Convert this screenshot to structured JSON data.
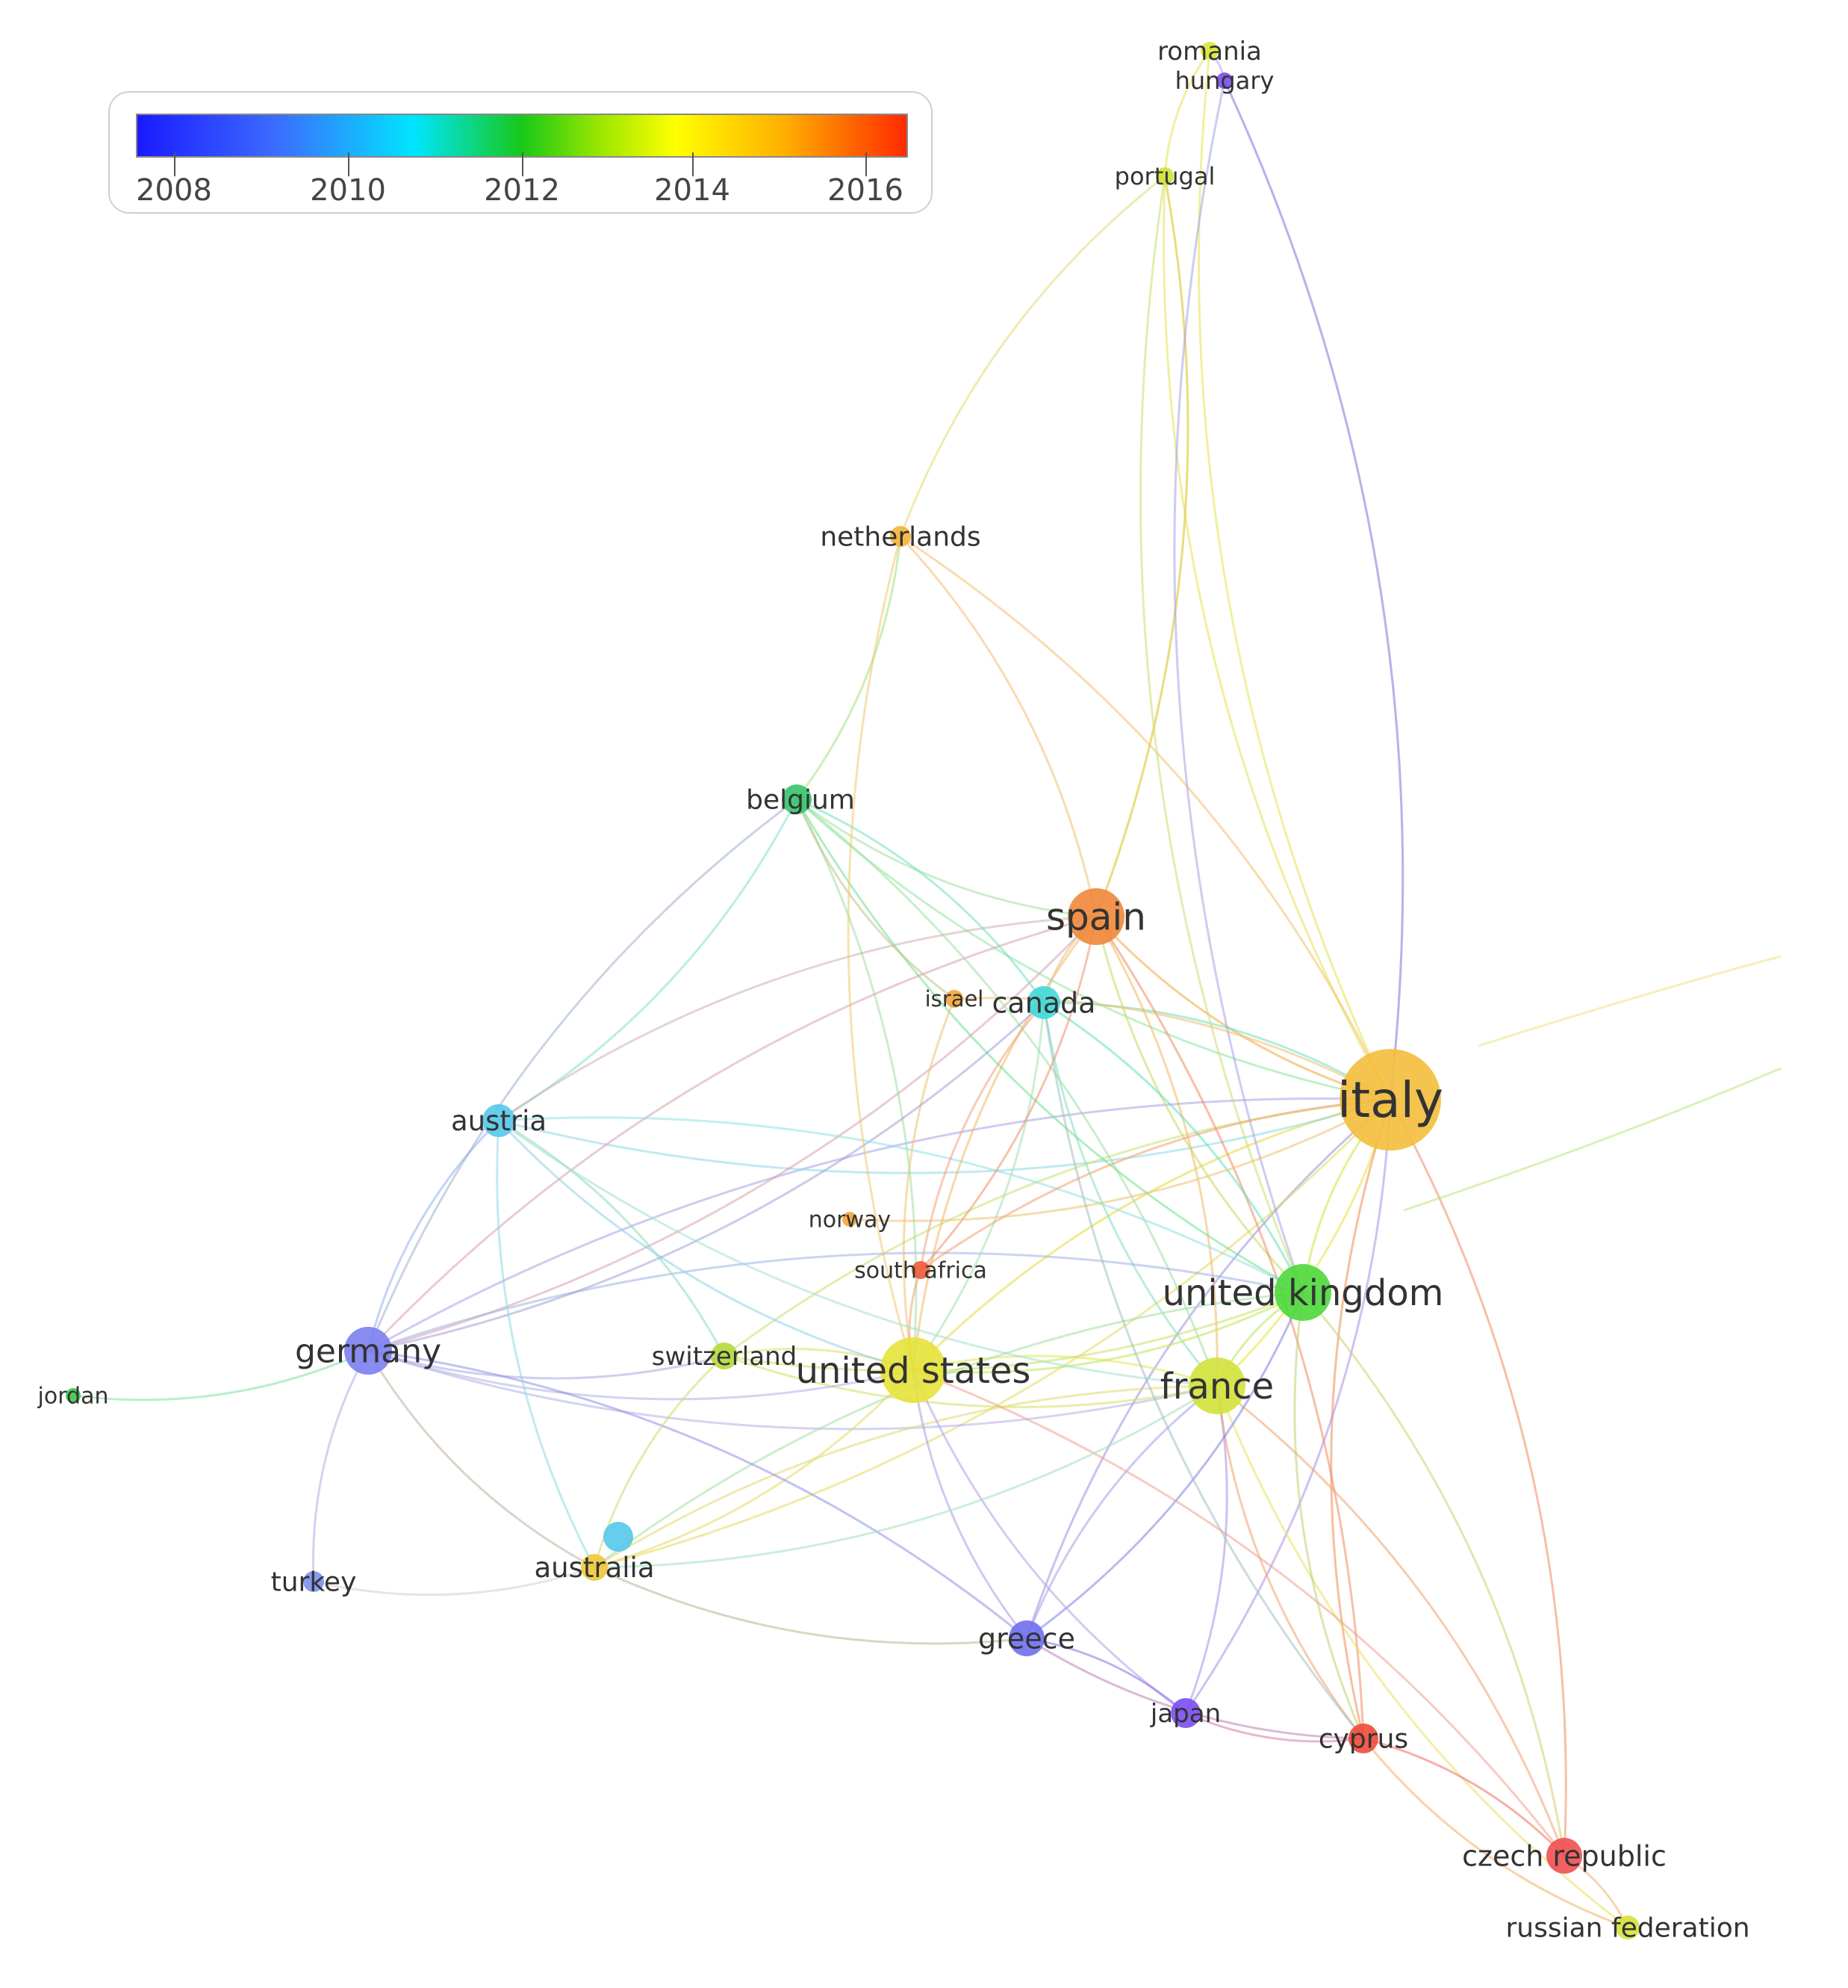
{
  "legend": {
    "labels": [
      "2008",
      "2010",
      "2012",
      "2014",
      "2016"
    ],
    "colors": [
      "#1a1aff",
      "#3c6cff",
      "#00e5ff",
      "#18c818",
      "#9ae600",
      "#ffff00",
      "#ffb000",
      "#ff2a00"
    ]
  },
  "nodes": [
    {
      "id": "romania",
      "label": "romania",
      "color": "#d9e635"
    },
    {
      "id": "hungary",
      "label": "hungary",
      "color": "#7b4cf0",
      "faded": true
    },
    {
      "id": "portugal",
      "label": "portugal",
      "color": "#cde23a"
    },
    {
      "id": "netherlands",
      "label": "netherlands",
      "color": "#f3b43a"
    },
    {
      "id": "belgium",
      "label": "belgium",
      "color": "#35c46a"
    },
    {
      "id": "spain",
      "label": "spain",
      "color": "#f0873a"
    },
    {
      "id": "israel",
      "label": "israel",
      "color": "#f3a53a"
    },
    {
      "id": "canada",
      "label": "canada",
      "color": "#3fd8d8"
    },
    {
      "id": "italy",
      "label": "italy",
      "color": "#f4be3c"
    },
    {
      "id": "austria",
      "label": "austria",
      "color": "#55c8ea"
    },
    {
      "id": "norway",
      "label": "norway",
      "color": "#f3a53a"
    },
    {
      "id": "south-africa",
      "label": "south africa",
      "color": "#f05a3a"
    },
    {
      "id": "united-kingdom",
      "label": "united kingdom",
      "color": "#4cd83a"
    },
    {
      "id": "germany",
      "label": "germany",
      "color": "#7b7ff0"
    },
    {
      "id": "jordan",
      "label": "jordan",
      "color": "#3cc84a"
    },
    {
      "id": "switzerland",
      "label": "switzerland",
      "color": "#b5d83a"
    },
    {
      "id": "united-states",
      "label": "united states",
      "color": "#e6e23a"
    },
    {
      "id": "france",
      "label": "france",
      "color": "#d2e23a"
    },
    {
      "id": "turkey",
      "label": "turkey",
      "color": "#7b8ff0"
    },
    {
      "id": "australia",
      "label": "australia",
      "color": "#f0c83a"
    },
    {
      "id": "greece",
      "label": "greece",
      "color": "#6f6ff0"
    },
    {
      "id": "japan",
      "label": "japan",
      "color": "#7a4ef0"
    },
    {
      "id": "cyprus",
      "label": "cyprus",
      "color": "#f04a3a"
    },
    {
      "id": "czech-republic",
      "label": "czech republic",
      "color": "#f05050"
    },
    {
      "id": "russian-federation",
      "label": "russian federation",
      "color": "#d5e23a"
    }
  ],
  "edges": [
    [
      "italy",
      "united-kingdom",
      "#c8e63a"
    ],
    [
      "italy",
      "france",
      "#e6e23a"
    ],
    [
      "italy",
      "united-states",
      "#e6d83a"
    ],
    [
      "italy",
      "spain",
      "#f3a53a"
    ],
    [
      "italy",
      "germany",
      "#a8a0e6"
    ],
    [
      "italy",
      "belgium",
      "#8ee6a0"
    ],
    [
      "italy",
      "canada",
      "#6fe0c0"
    ],
    [
      "italy",
      "portugal",
      "#e6e250"
    ],
    [
      "italy",
      "hungary",
      "#a89ee6"
    ],
    [
      "italy",
      "romania",
      "#e6e250"
    ],
    [
      "italy",
      "cyprus",
      "#f08a50"
    ],
    [
      "italy",
      "czech-republic",
      "#f08a60"
    ],
    [
      "italy",
      "greece",
      "#9a90e6"
    ],
    [
      "italy",
      "australia",
      "#e6d860"
    ],
    [
      "italy",
      "netherlands",
      "#f3c070"
    ],
    [
      "italy",
      "austria",
      "#8ed8e6"
    ],
    [
      "italy",
      "switzerland",
      "#c8e070"
    ],
    [
      "italy",
      "japan",
      "#a890e6"
    ],
    [
      "spain",
      "united-states",
      "#f0b860"
    ],
    [
      "spain",
      "france",
      "#f0b860"
    ],
    [
      "spain",
      "united-kingdom",
      "#c8d860"
    ],
    [
      "spain",
      "germany",
      "#d8a0b0"
    ],
    [
      "spain",
      "netherlands",
      "#f0c070"
    ],
    [
      "spain",
      "belgium",
      "#9ee0a0"
    ],
    [
      "spain",
      "portugal",
      "#e6d860"
    ],
    [
      "spain",
      "cyprus",
      "#f08a60"
    ],
    [
      "spain",
      "canada",
      "#e0c080"
    ],
    [
      "france",
      "united-kingdom",
      "#b8e650"
    ],
    [
      "france",
      "united-states",
      "#e0e650"
    ],
    [
      "france",
      "germany",
      "#b0b0e6"
    ],
    [
      "france",
      "greece",
      "#a0a0e6"
    ],
    [
      "france",
      "japan",
      "#a890e6"
    ],
    [
      "france",
      "cyprus",
      "#f0a070"
    ],
    [
      "france",
      "czech-republic",
      "#f0a070"
    ],
    [
      "france",
      "russian-federation",
      "#e6e260"
    ],
    [
      "france",
      "canada",
      "#80e0c0"
    ],
    [
      "france",
      "belgium",
      "#9ee0a0"
    ],
    [
      "france",
      "switzerland",
      "#d0e060"
    ],
    [
      "france",
      "australia",
      "#e0d870"
    ],
    [
      "united-kingdom",
      "united-states",
      "#c0e650"
    ],
    [
      "united-kingdom",
      "germany",
      "#a0b0e6"
    ],
    [
      "united-kingdom",
      "greece",
      "#8080e6"
    ],
    [
      "united-kingdom",
      "cyprus",
      "#c0d070"
    ],
    [
      "united-kingdom",
      "czech-republic",
      "#d0d070"
    ],
    [
      "united-kingdom",
      "canada",
      "#60e0c0"
    ],
    [
      "united-kingdom",
      "belgium",
      "#70e090"
    ],
    [
      "united-kingdom",
      "australia",
      "#a0e0a0"
    ],
    [
      "united-states",
      "germany",
      "#b0b0e6"
    ],
    [
      "united-states",
      "greece",
      "#a0a0e6"
    ],
    [
      "united-states",
      "australia",
      "#e6d860"
    ],
    [
      "united-states",
      "canada",
      "#a0e0b0"
    ],
    [
      "united-states",
      "israel",
      "#f0c070"
    ],
    [
      "united-states",
      "switzerland",
      "#d8e060"
    ],
    [
      "united-states",
      "austria",
      "#90d0e6"
    ],
    [
      "united-states",
      "belgium",
      "#a0e0a0"
    ],
    [
      "united-states",
      "south-africa",
      "#f0a070"
    ],
    [
      "united-states",
      "japan",
      "#b0a0e6"
    ],
    [
      "germany",
      "austria",
      "#90b0f0"
    ],
    [
      "germany",
      "switzerland",
      "#a8a8e6"
    ],
    [
      "germany",
      "greece",
      "#9090e6"
    ],
    [
      "germany",
      "turkey",
      "#a8b0e6"
    ],
    [
      "germany",
      "jordan",
      "#80e0a0"
    ],
    [
      "germany",
      "australia",
      "#c0b0a0"
    ],
    [
      "germany",
      "belgium",
      "#a0b0d0"
    ],
    [
      "germany",
      "canada",
      "#a0a0d8"
    ],
    [
      "germany",
      "spain",
      "#d8a0b0"
    ],
    [
      "austria",
      "belgium",
      "#80e0d0"
    ],
    [
      "austria",
      "switzerland",
      "#90d8c0"
    ],
    [
      "austria",
      "australia",
      "#90d8e0"
    ],
    [
      "austria",
      "united-kingdom",
      "#90e0e0"
    ],
    [
      "austria",
      "france",
      "#a0e0d0"
    ],
    [
      "austria",
      "spain",
      "#d0b0b0"
    ],
    [
      "belgium",
      "netherlands",
      "#a0e080"
    ],
    [
      "belgium",
      "canada",
      "#70e0c0"
    ],
    [
      "belgium",
      "israel",
      "#c0c090"
    ],
    [
      "netherlands",
      "portugal",
      "#e6d870"
    ],
    [
      "netherlands",
      "united-states",
      "#f0c870"
    ],
    [
      "portugal",
      "romania",
      "#e6e250"
    ],
    [
      "portugal",
      "united-kingdom",
      "#c8e070"
    ],
    [
      "portugal",
      "spain",
      "#e6d060"
    ],
    [
      "hungary",
      "romania",
      "#c0a0e6"
    ],
    [
      "hungary",
      "italy",
      "#a89ee6"
    ],
    [
      "hungary",
      "united-kingdom",
      "#a8a0e6"
    ],
    [
      "greece",
      "japan",
      "#8a70e6"
    ],
    [
      "greece",
      "cyprus",
      "#c080b0"
    ],
    [
      "greece",
      "australia",
      "#c0b090"
    ],
    [
      "japan",
      "cyprus",
      "#d080a0"
    ],
    [
      "cyprus",
      "czech-republic",
      "#f07060"
    ],
    [
      "cyprus",
      "russian-federation",
      "#f0b060"
    ],
    [
      "czech-republic",
      "russian-federation",
      "#f0b070"
    ],
    [
      "czech-republic",
      "united-states",
      "#f0a090"
    ],
    [
      "australia",
      "turkey",
      "#d8d0c0"
    ],
    [
      "australia",
      "france",
      "#a0e0c0"
    ],
    [
      "australia",
      "switzerland",
      "#d0d870"
    ],
    [
      "switzerland",
      "united-kingdom",
      "#c8e060"
    ],
    [
      "south-africa",
      "canada",
      "#f0a080"
    ],
    [
      "south-africa",
      "spain",
      "#f09070"
    ],
    [
      "south-africa",
      "italy",
      "#f0a070"
    ],
    [
      "norway",
      "italy",
      "#f0c070"
    ],
    [
      "israel",
      "italy",
      "#f0c070"
    ],
    [
      "canada",
      "cyprus",
      "#a0c0c0"
    ]
  ]
}
